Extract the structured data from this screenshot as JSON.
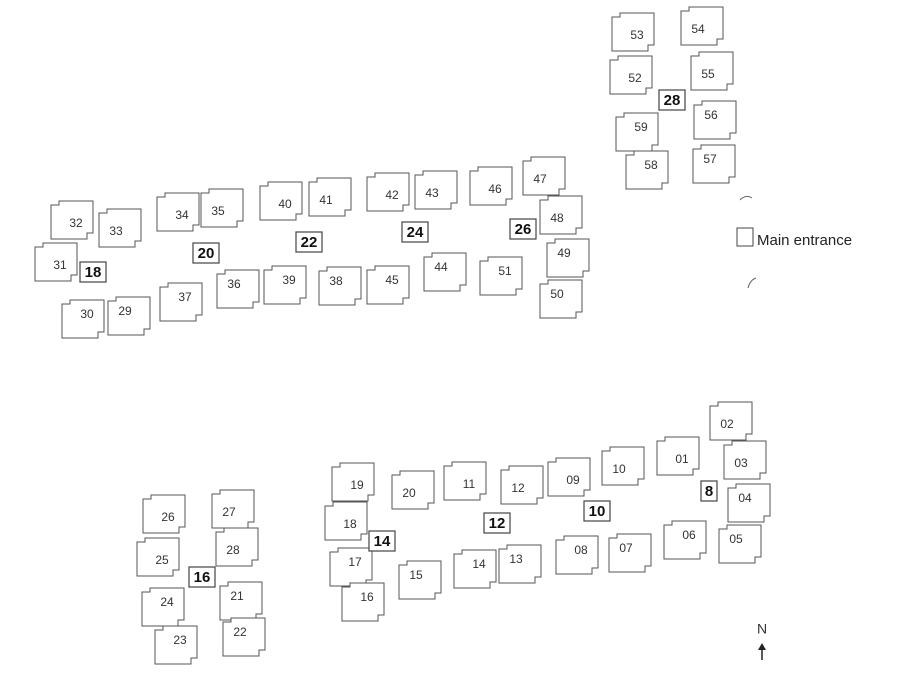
{
  "legend": {
    "main_entrance": "Main entrance"
  },
  "north_label": "N",
  "buildings": [
    {
      "number": "18",
      "units": [
        "32",
        "33",
        "31",
        "30",
        "29"
      ]
    },
    {
      "number": "20",
      "units": [
        "34",
        "35",
        "37",
        "36"
      ]
    },
    {
      "number": "22",
      "units": [
        "40",
        "41",
        "39",
        "38"
      ]
    },
    {
      "number": "24",
      "units": [
        "42",
        "43",
        "45",
        "44"
      ]
    },
    {
      "number": "26",
      "units": [
        "46",
        "47",
        "48",
        "49",
        "51",
        "50"
      ]
    },
    {
      "number": "28",
      "units": [
        "53",
        "54",
        "52",
        "55",
        "56",
        "59",
        "58",
        "57"
      ]
    },
    {
      "number": "16",
      "units": [
        "26",
        "27",
        "25",
        "28",
        "24",
        "21",
        "23",
        "22"
      ]
    },
    {
      "number": "14",
      "units": [
        "19",
        "20",
        "18",
        "17",
        "15",
        "16"
      ]
    },
    {
      "number": "12",
      "units": [
        "11",
        "12",
        "14",
        "13"
      ]
    },
    {
      "number": "10",
      "units": [
        "09",
        "10",
        "08",
        "07"
      ]
    },
    {
      "number": "8",
      "units": [
        "02",
        "01",
        "03",
        "04",
        "06",
        "05"
      ]
    }
  ]
}
